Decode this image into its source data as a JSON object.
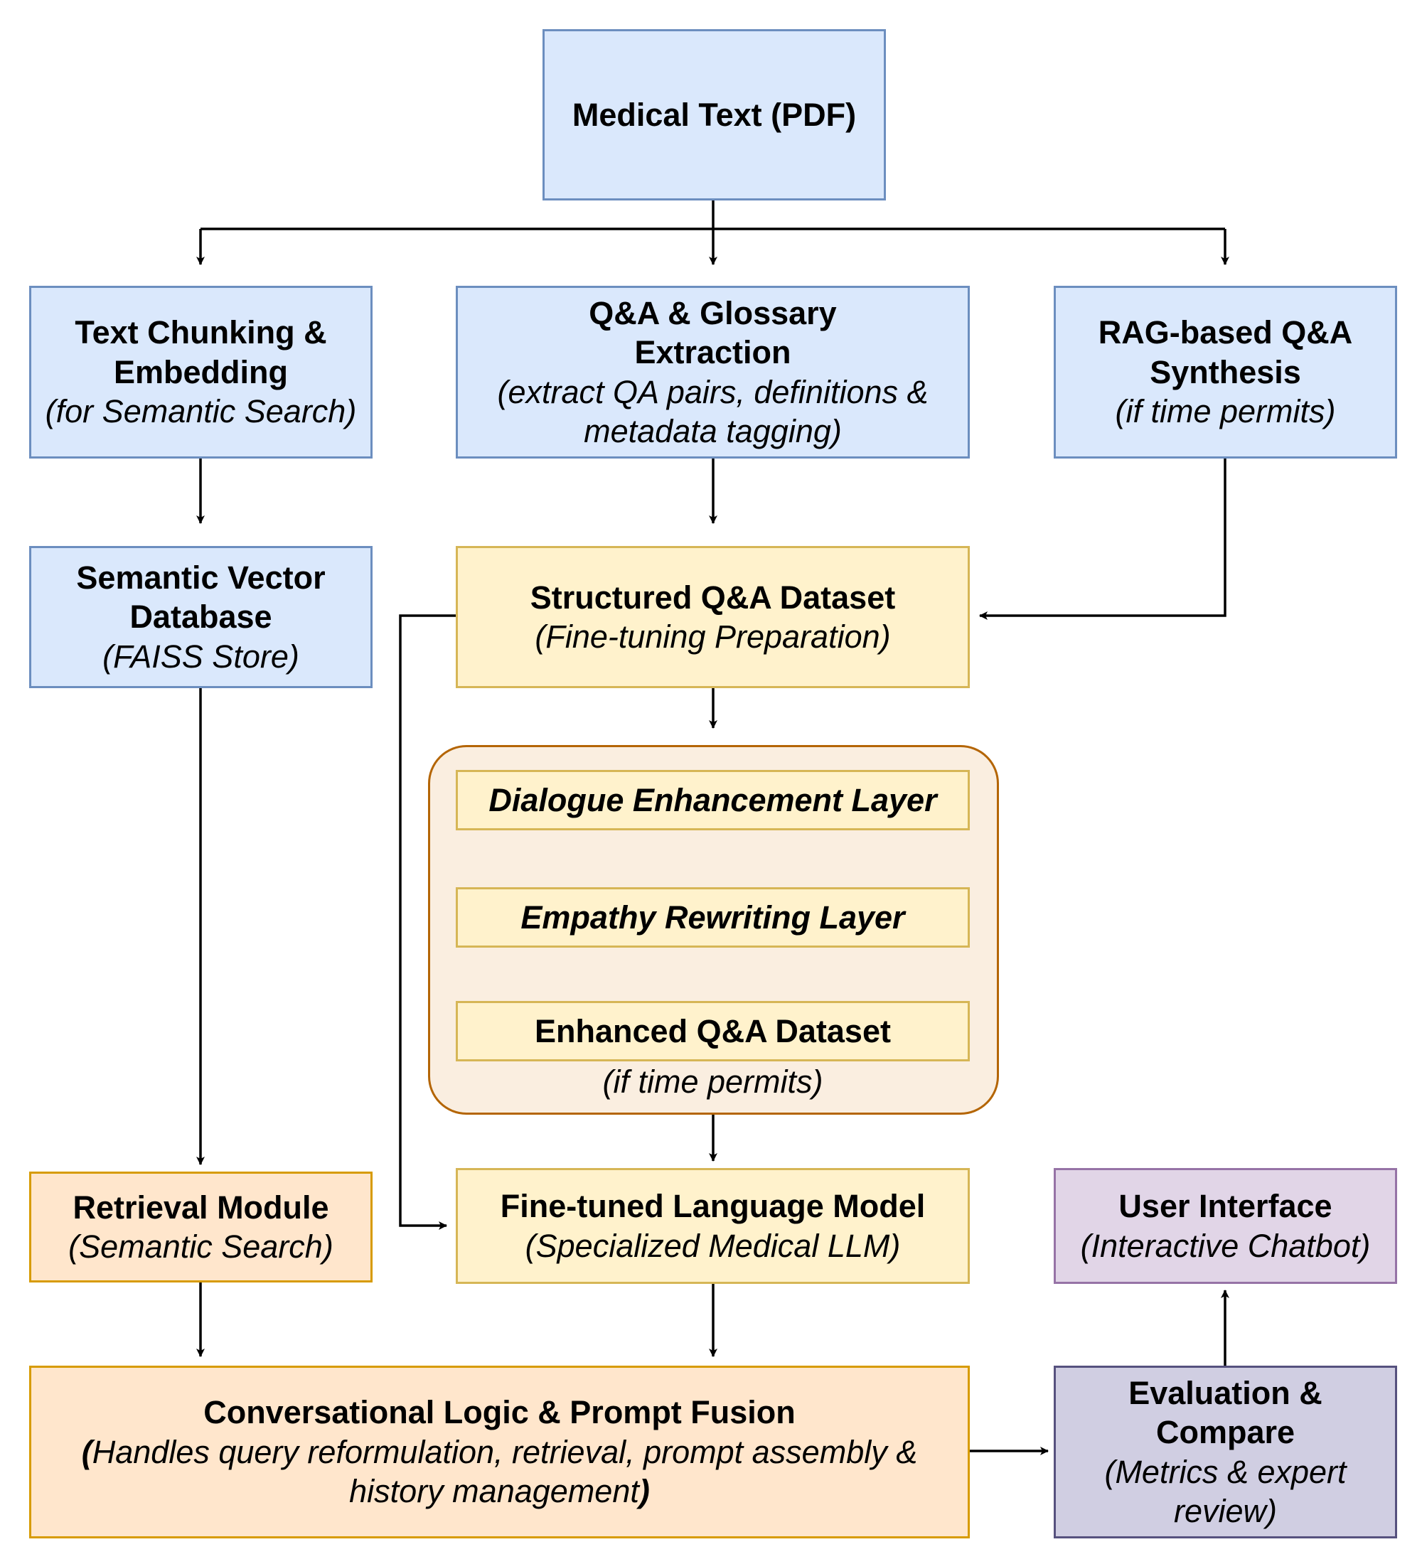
{
  "nodes": {
    "medical_text": {
      "title": "Medical Text (PDF)"
    },
    "chunking": {
      "title": "Text Chunking & Embedding",
      "subtitle": "(for Semantic Search)"
    },
    "qa_extraction": {
      "title": "Q&A & Glossary Extraction",
      "subtitle": "(extract QA pairs, definitions & metadata tagging)"
    },
    "rag_synthesis": {
      "title": "RAG-based Q&A Synthesis",
      "subtitle": "(if time permits)"
    },
    "vector_db": {
      "title": "Semantic Vector Database",
      "subtitle": "(FAISS Store)"
    },
    "structured_dataset": {
      "title": "Structured Q&A Dataset",
      "subtitle": "(Fine-tuning Preparation)"
    },
    "dialogue_layer": {
      "title": "Dialogue Enhancement Layer"
    },
    "empathy_layer": {
      "title": "Empathy Rewriting Layer"
    },
    "enhanced_dataset": {
      "title": "Enhanced Q&A Dataset"
    },
    "enhancement_group": {
      "note": "(if time permits)"
    },
    "retrieval": {
      "title": "Retrieval Module",
      "subtitle": "(Semantic Search)"
    },
    "finetuned_llm": {
      "title": "Fine-tuned Language Model",
      "subtitle": "(Specialized Medical LLM)"
    },
    "user_interface": {
      "title": "User Interface",
      "subtitle": "(Interactive Chatbot)"
    },
    "conversational_logic": {
      "title": "Conversational Logic & Prompt Fusion",
      "paren_open": "(",
      "subtitle": "Handles query reformulation, retrieval, prompt assembly & history management",
      "paren_close": ")"
    },
    "evaluation": {
      "title": "Evaluation & Compare",
      "subtitle": "(Metrics & expert review)"
    }
  },
  "colors": {
    "blue_fill": "#dae8fc",
    "blue_stroke": "#6c8ebf",
    "yellow_fill": "#fff2cc",
    "yellow_stroke": "#d6b656",
    "orange_fill": "#ffe6cc",
    "orange_stroke": "#d79b00",
    "purple_fill": "#e1d5e7",
    "purple_stroke": "#9673a6",
    "lavender_fill": "#d0cee2",
    "lavender_stroke": "#56517e",
    "group_fill": "#faeee0",
    "group_stroke": "#b46504"
  }
}
